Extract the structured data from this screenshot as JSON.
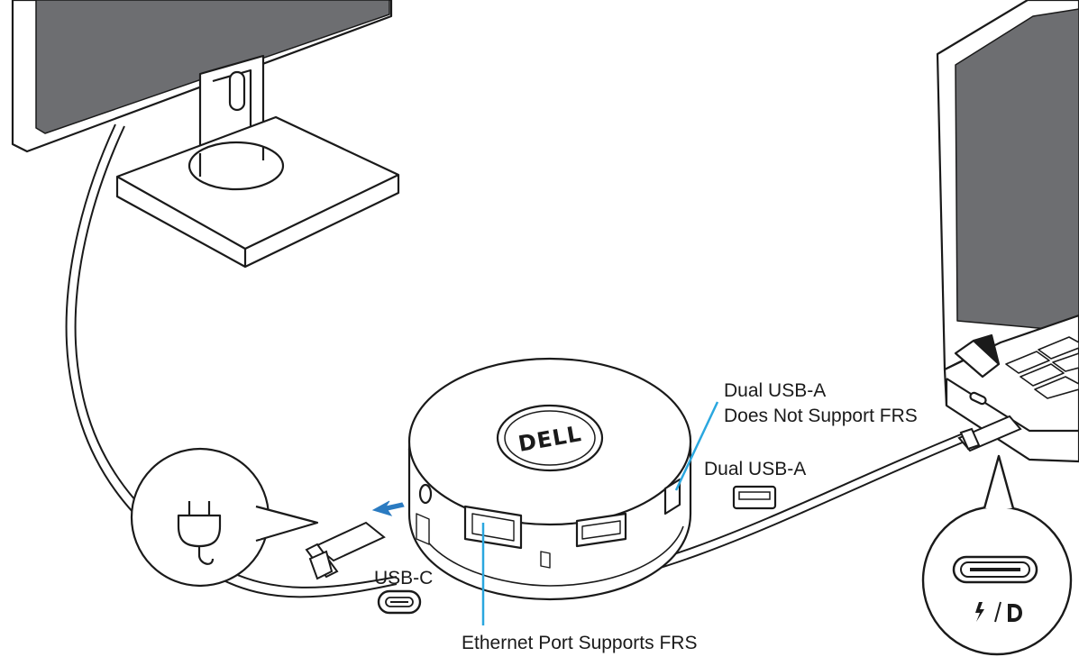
{
  "labels": {
    "dual_usb_a_top_line1": "Dual USB-A",
    "dual_usb_a_top_line2": "Does Not Support FRS",
    "dual_usb_a_side": "Dual USB-A",
    "usb_c": "USB-C",
    "ethernet": "Ethernet Port Supports FRS"
  },
  "logo_text": "DELL",
  "icons": {
    "power_plug": "power-plug-icon",
    "usb_c_port": "usb-c-port-icon",
    "usb_a_port": "usb-a-port-icon",
    "thunderbolt_displayport": "thunderbolt-displayport-icon",
    "connect_arrow": "arrow-left-icon"
  },
  "colors": {
    "callout_line": "#2aa7df",
    "arrow": "#2b7bc1",
    "screen": "#6d6e71",
    "outline": "#1a1a1a"
  }
}
